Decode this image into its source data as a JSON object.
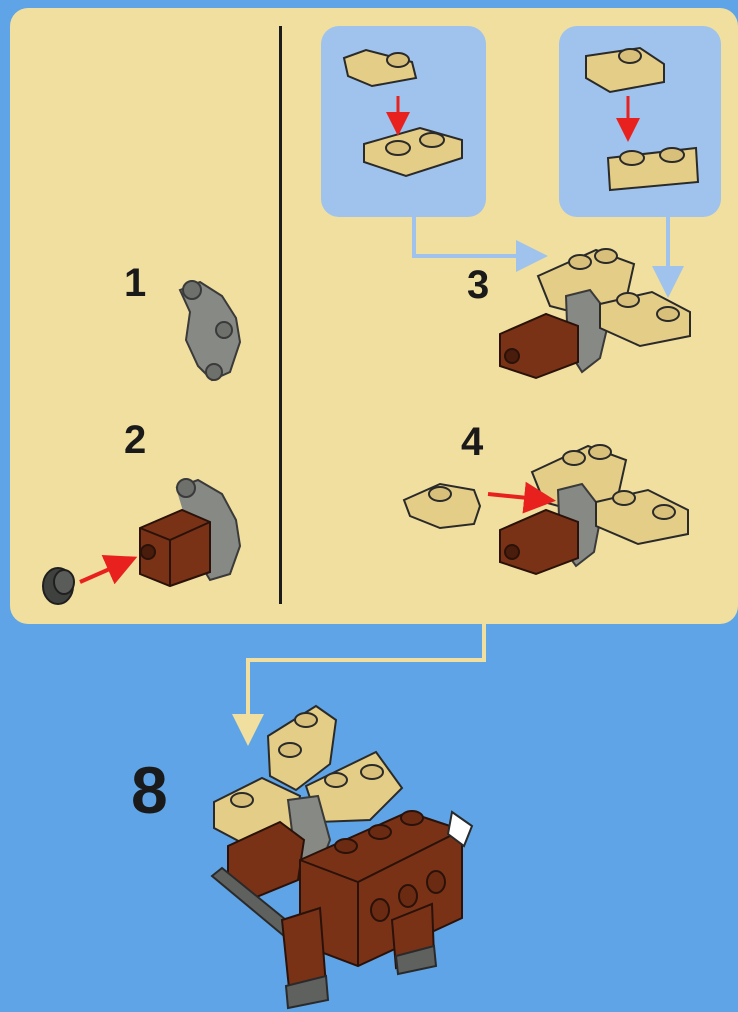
{
  "steps": {
    "main_step": "8",
    "sub_steps": [
      "1",
      "2",
      "3",
      "4"
    ]
  },
  "colors": {
    "background_blue": "#5ea4e6",
    "panel_tan": "#f0df9f",
    "subassembly_box": "#9fc3ec",
    "arrow_red": "#e8211f",
    "brick_tan": "#e4cd86",
    "brick_reddish_brown": "#7a3217",
    "brick_dark_gray": "#5f615f",
    "brick_light_gray": "#9a9c97"
  },
  "icons": [
    "gray-clip-piece-icon",
    "brown-brick-icon",
    "round-stud-icon",
    "tan-plate-icon",
    "reindeer-model-icon"
  ]
}
